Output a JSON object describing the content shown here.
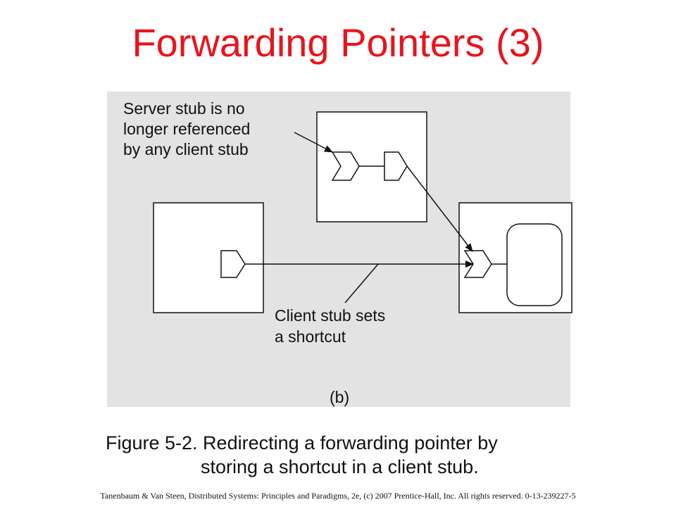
{
  "slide": {
    "title": "Forwarding Pointers (3)",
    "caption_line1": "Figure 5-2. Redirecting a forwarding pointer by",
    "caption_line2": "storing a shortcut in a client stub.",
    "footer": "Tanenbaum & Van Steen, Distributed Systems: Principles and Paradigms, 2e, (c) 2007 Prentice-Hall, Inc. All rights reserved. 0-13-239227-5",
    "title_color": "#e8141c"
  },
  "diagram": {
    "annotation_server": [
      "Server stub is no",
      "longer referenced",
      "by any client stub"
    ],
    "annotation_client": [
      "Client stub sets",
      "a shortcut"
    ],
    "panel_label": "(b)",
    "figure_background": "#e3e3e3"
  }
}
